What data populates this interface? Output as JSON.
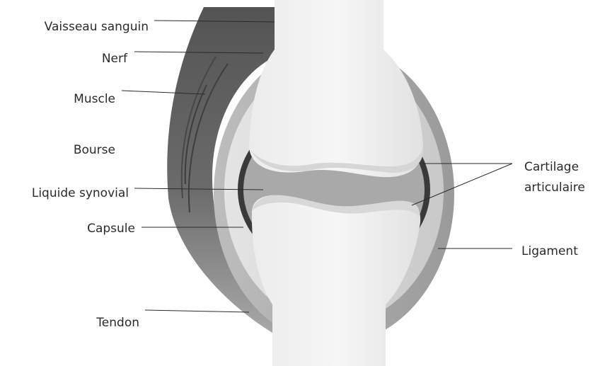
{
  "labels": {
    "blood_vessel": "Vaisseau sanguin",
    "nerve": "Nerf",
    "muscle": "Muscle",
    "bursa": "Bourse",
    "synovial_fluid": "Liquide synovial",
    "capsule": "Capsule",
    "tendon": "Tendon",
    "cartilage_line1": "Cartilage",
    "cartilage_line2": "articulaire",
    "ligament": "Ligament"
  }
}
